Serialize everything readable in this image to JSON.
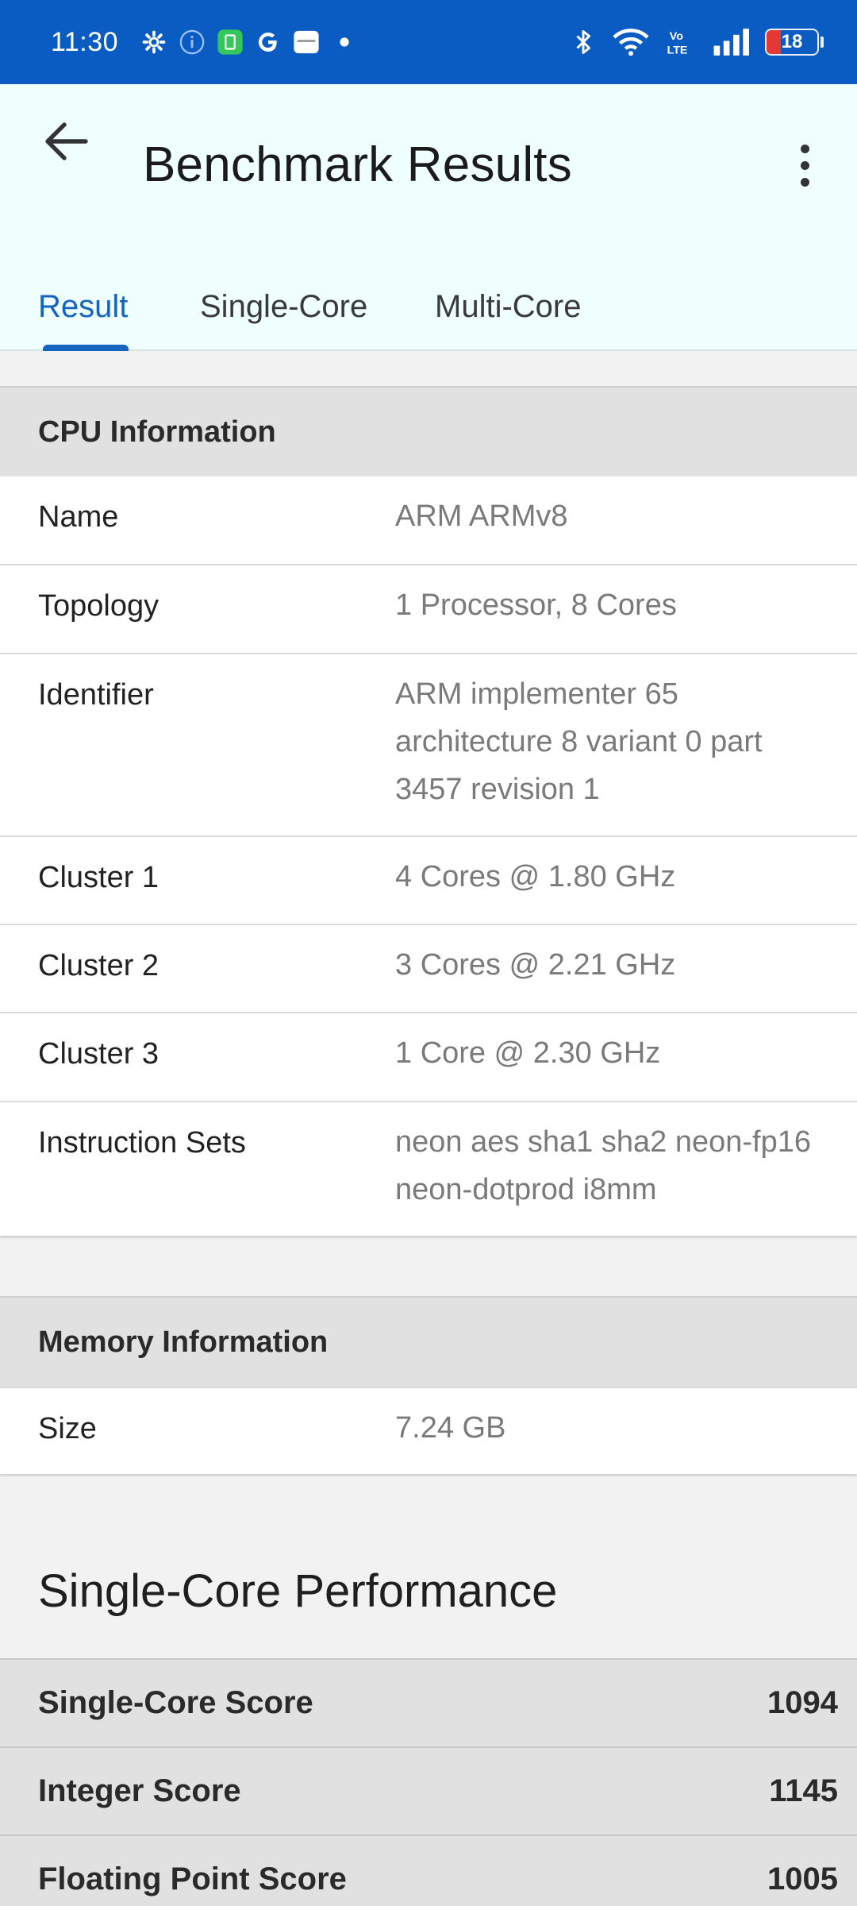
{
  "status_bar": {
    "time": "11:30",
    "battery_level": "18",
    "left_icons": [
      "gear-icon",
      "info-icon",
      "app-icon",
      "google-icon",
      "app-badge-icon",
      "dot-icon"
    ],
    "right_icons": [
      "bluetooth-icon",
      "wifi-icon",
      "volte-icon",
      "signal-icon",
      "battery-icon"
    ]
  },
  "app_bar": {
    "title": "Benchmark Results",
    "back_icon": "arrow-back-icon",
    "menu_icon": "more-vert-icon"
  },
  "tabs": [
    {
      "label": "Result",
      "active": true
    },
    {
      "label": "Single-Core",
      "active": false
    },
    {
      "label": "Multi-Core",
      "active": false
    }
  ],
  "cpu": {
    "header": "CPU Information",
    "rows": [
      {
        "label": "Name",
        "value": "ARM ARMv8"
      },
      {
        "label": "Topology",
        "value": "1 Processor, 8 Cores"
      },
      {
        "label": "Identifier",
        "value": "ARM implementer 65 architecture 8 variant 0 part 3457 revision 1"
      },
      {
        "label": "Cluster 1",
        "value": "4 Cores @ 1.80 GHz"
      },
      {
        "label": "Cluster 2",
        "value": "3 Cores @ 2.21 GHz"
      },
      {
        "label": "Cluster 3",
        "value": "1 Core @ 2.30 GHz"
      },
      {
        "label": "Instruction Sets",
        "value": "neon aes sha1 sha2 neon-fp16 neon-dotprod i8mm"
      }
    ]
  },
  "memory": {
    "header": "Memory Information",
    "rows": [
      {
        "label": "Size",
        "value": "7.24 GB"
      }
    ]
  },
  "single_core": {
    "title": "Single-Core Performance",
    "rows": [
      {
        "label": "Single-Core Score",
        "value": "1094"
      },
      {
        "label": "Integer Score",
        "value": "1145"
      },
      {
        "label": "Floating Point Score",
        "value": "1005"
      }
    ]
  },
  "colors": {
    "status_bar": "#0a5cc2",
    "app_bar": "#effffe",
    "accent": "#1565c0",
    "section_header": "#e1e1e1"
  }
}
